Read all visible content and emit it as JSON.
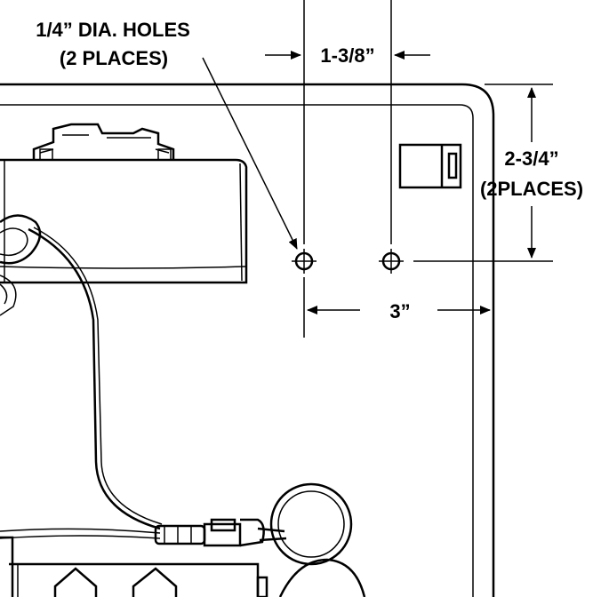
{
  "diagram": {
    "hole_label_line1": "1/4” DIA. HOLES",
    "hole_label_line2": "(2 PLACES)",
    "hole_spacing": "1-3/8”",
    "vertical_dimension_line1": "2-3/4”",
    "vertical_dimension_line2": "(2PLACES)",
    "edge_distance": "3”"
  }
}
